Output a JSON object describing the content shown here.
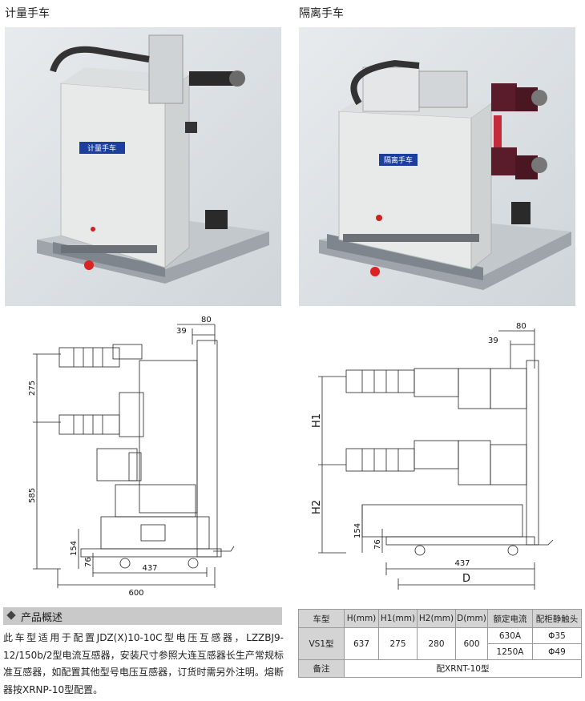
{
  "photos": [
    {
      "title": "计量手车",
      "plate_label": "计量手车"
    },
    {
      "title": "隔离手车",
      "plate_label": "隔离手车"
    }
  ],
  "drawing_left": {
    "dims": {
      "top_a": "80",
      "top_b": "39",
      "h_upper": "275",
      "h_lower": "585",
      "h_154": "154",
      "h_76": "76",
      "w_437": "437",
      "w_600": "600"
    }
  },
  "drawing_right": {
    "dims": {
      "top_a": "80",
      "top_b": "39",
      "h1": "H1",
      "h2": "H2",
      "h_154": "154",
      "h_76": "76",
      "w_437": "437",
      "w_d": "D"
    }
  },
  "section": {
    "heading": "产品概述",
    "paragraph": "此车型适用于配置JDZ(X)10-10C型电压互感器，LZZBJ9-12/150b/2型电流互感器，安装尺寸参照大连互感器长生产常规标准互感器，如配置其他型号电压互感器，订货时需另外注明。熔断器按XRNP-10型配置。"
  },
  "spec_table": {
    "headers": [
      "车型",
      "H(mm)",
      "H1(mm)",
      "H2(mm)",
      "D(mm)",
      "额定电流",
      "配柜静触头"
    ],
    "row": {
      "model": "VS1型",
      "h": "637",
      "h1": "275",
      "h2": "280",
      "d": "600",
      "currents": [
        "630A",
        "1250A"
      ],
      "contacts": [
        "Φ35",
        "Φ49"
      ]
    },
    "note_label": "备注",
    "note_value": "配XRNT-10型"
  },
  "colors": {
    "section_bar": "#c9c9c9",
    "table_header": "#d4d4d4",
    "plate_blue": "#1d3f9c"
  }
}
